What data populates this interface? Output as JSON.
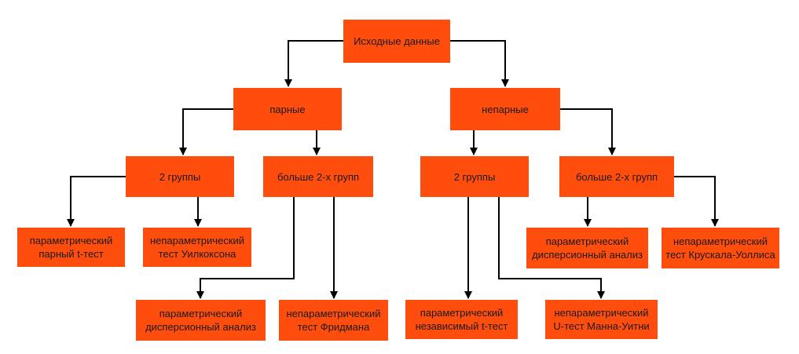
{
  "diagram": {
    "colors": {
      "box": "#ff4d0d",
      "text": "#1a1a1a",
      "line": "#000000"
    },
    "nodes": {
      "root": {
        "lines": [
          "Исходные данные"
        ]
      },
      "paired": {
        "lines": [
          "парные"
        ]
      },
      "unpaired": {
        "lines": [
          "непарные"
        ]
      },
      "paired_two": {
        "lines": [
          "2 группы"
        ]
      },
      "paired_more": {
        "lines": [
          "больше 2-х групп"
        ]
      },
      "unpaired_two": {
        "lines": [
          "2 группы"
        ]
      },
      "unpaired_more": {
        "lines": [
          "больше 2-х групп"
        ]
      },
      "paired_two_param": {
        "lines": [
          "параметрический",
          "парный t-тест"
        ]
      },
      "paired_two_nonparam": {
        "lines": [
          "непараметрический",
          "тест Уилкоксона"
        ]
      },
      "paired_more_param": {
        "lines": [
          "параметрический",
          "дисперсионный анализ"
        ]
      },
      "paired_more_nonparam": {
        "lines": [
          "непараметрический",
          "тест Фридмана"
        ]
      },
      "unpaired_two_param": {
        "lines": [
          "параметрический",
          "независимый t-тест"
        ]
      },
      "unpaired_two_nonparam": {
        "lines": [
          "непараметрический",
          "U-тест Манна-Уитни"
        ]
      },
      "unpaired_more_param": {
        "lines": [
          "параметрический",
          "дисперсионный анализ"
        ]
      },
      "unpaired_more_nonparam": {
        "lines": [
          "непараметрический",
          "тест Крускала-Уоллиса"
        ]
      }
    },
    "edges": [
      [
        "root",
        "paired"
      ],
      [
        "root",
        "unpaired"
      ],
      [
        "paired",
        "paired_two"
      ],
      [
        "paired",
        "paired_more"
      ],
      [
        "unpaired",
        "unpaired_two"
      ],
      [
        "unpaired",
        "unpaired_more"
      ],
      [
        "paired_two",
        "paired_two_param"
      ],
      [
        "paired_two",
        "paired_two_nonparam"
      ],
      [
        "paired_more",
        "paired_more_param"
      ],
      [
        "paired_more",
        "paired_more_nonparam"
      ],
      [
        "unpaired_two",
        "unpaired_two_param"
      ],
      [
        "unpaired_two",
        "unpaired_two_nonparam"
      ],
      [
        "unpaired_more",
        "unpaired_more_param"
      ],
      [
        "unpaired_more",
        "unpaired_more_nonparam"
      ]
    ]
  }
}
